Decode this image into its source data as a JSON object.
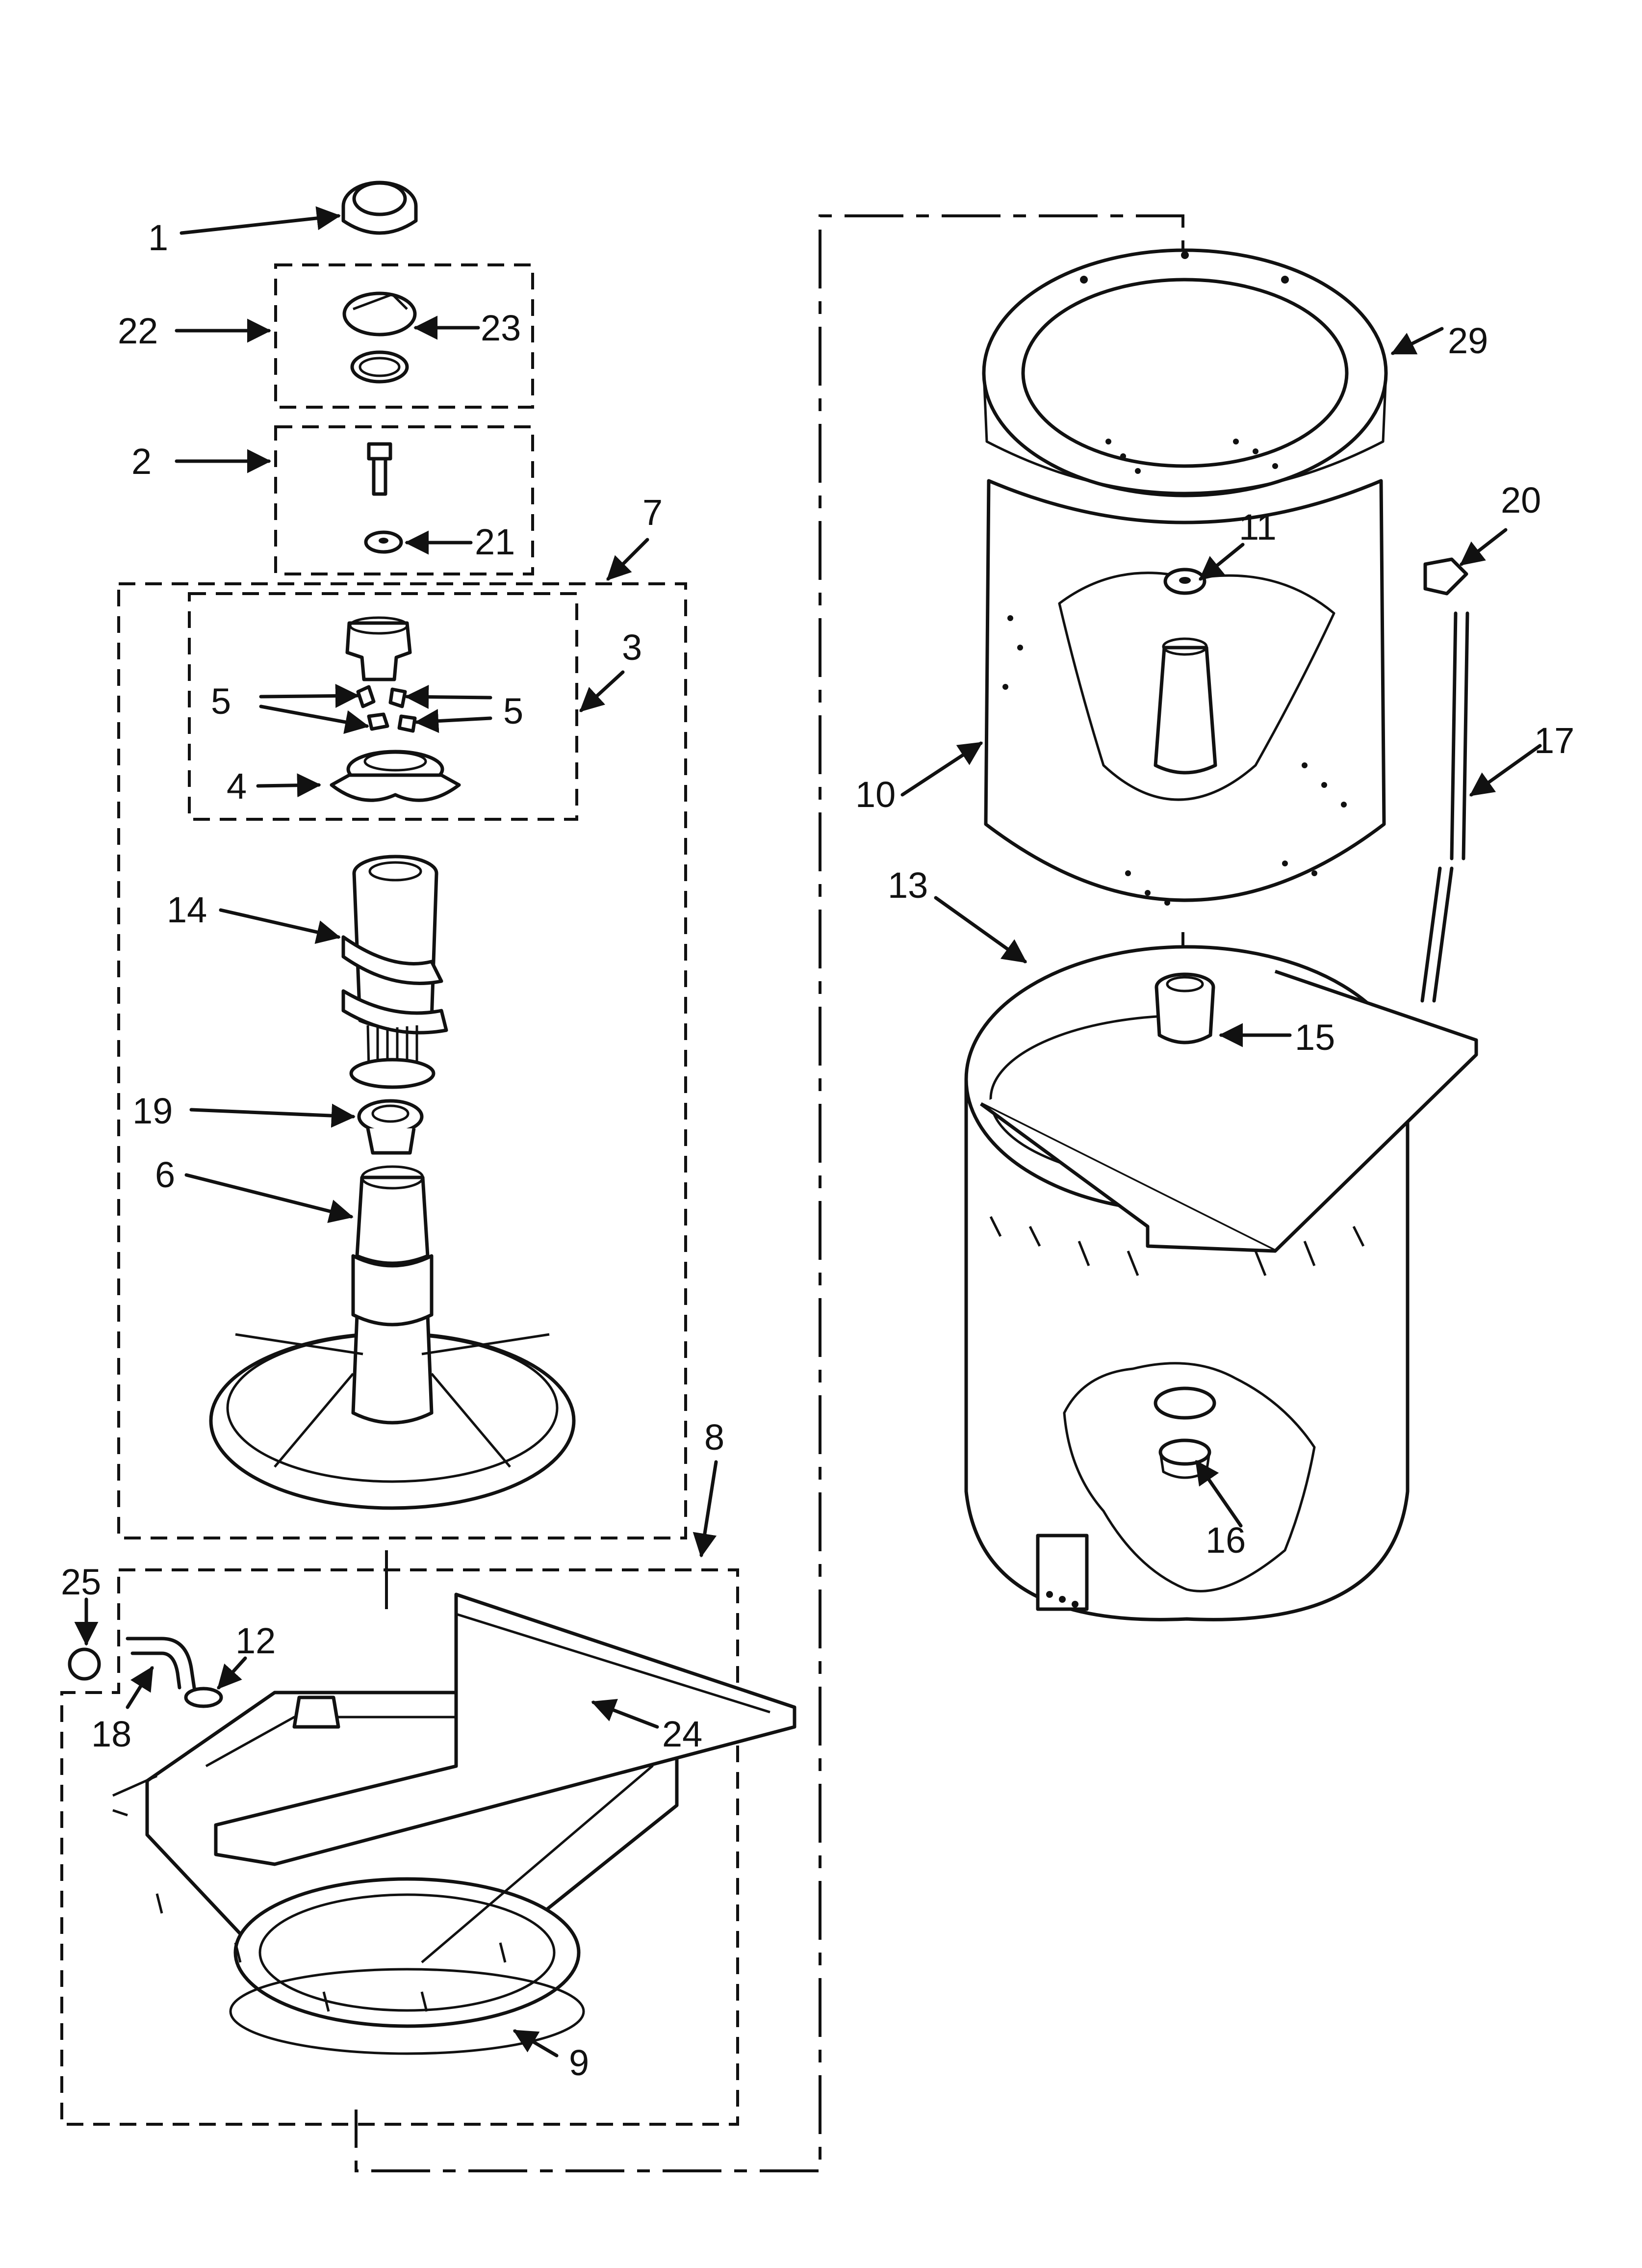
{
  "diagram": {
    "callouts": [
      "1",
      "22",
      "23",
      "2",
      "21",
      "7",
      "3",
      "5",
      "5",
      "4",
      "14",
      "19",
      "6",
      "8",
      "25",
      "12",
      "18",
      "24",
      "9",
      "29",
      "11",
      "20",
      "10",
      "17",
      "13",
      "15",
      "16"
    ]
  }
}
